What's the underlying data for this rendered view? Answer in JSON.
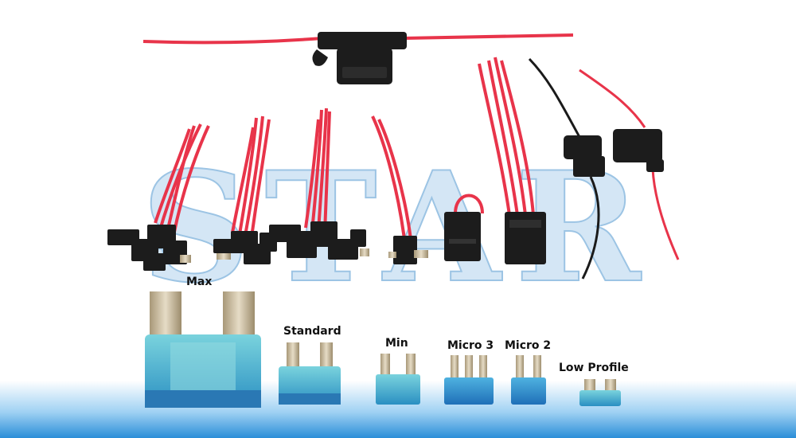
{
  "watermark": "STAR",
  "fuse_labels": {
    "max": "Max",
    "standard": "Standard",
    "min": "Min",
    "micro3": "Micro 3",
    "micro2": "Micro 2",
    "low_profile": "Low Profile"
  },
  "colors": {
    "wire_red": "#e8344a",
    "wire_black": "#1a1a1a",
    "holder_black": "#1c1c1c",
    "fuse_blue": "#2f8fd6",
    "fuse_teal": "#3fb3c9",
    "metal": "#c9b79a",
    "watermark": "#b8d6ee",
    "bottom_band": "#2a8ed8"
  }
}
